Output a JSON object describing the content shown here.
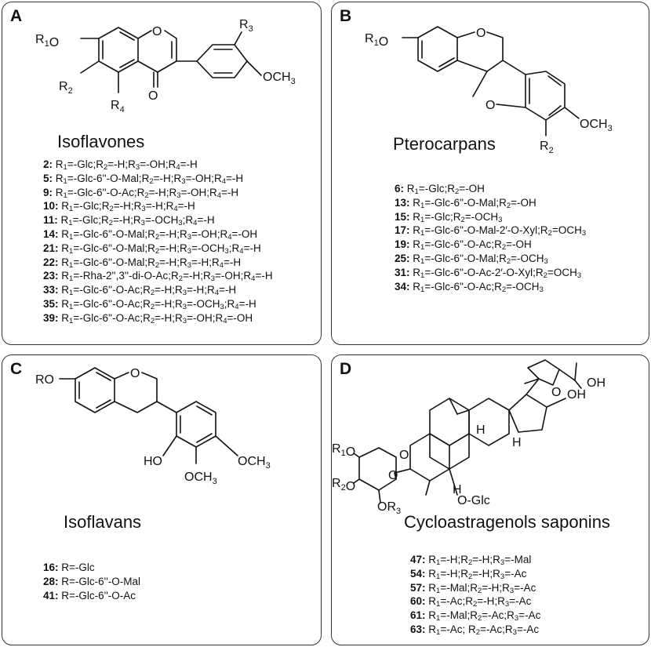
{
  "panels": {
    "A": {
      "letter": "A",
      "class_name": "Isoflavones",
      "substituents": [
        "R1O",
        "R2",
        "R4",
        "R3",
        "OCH3",
        "O",
        "O"
      ],
      "entries": [
        {
          "id": "2",
          "text": "R1=-Glc;R2=-H;R3=-OH;R4=-H"
        },
        {
          "id": "5",
          "text": "R1=-Glc-6''-O-Mal;R2=-H;R3=-OH;R4=-H"
        },
        {
          "id": "9",
          "text": "R1=-Glc-6''-O-Ac;R2=-H;R3=-OH;R4=-H"
        },
        {
          "id": "10",
          "text": "R1=-Glc;R2=-H;R3=-H;R4=-H"
        },
        {
          "id": "11",
          "text": "R1=-Glc;R2=-H;R3=-OCH3;R4=-H"
        },
        {
          "id": "14",
          "text": "R1=-Glc-6''-O-Mal;R2=-H;R3=-OH;R4=-OH"
        },
        {
          "id": "21",
          "text": "R1=-Glc-6''-O-Mal;R2=-H;R3=-OCH3;R4=-H"
        },
        {
          "id": "22",
          "text": "R1=-Glc-6''-O-Mal;R2=-H;R3=-H;R4=-H"
        },
        {
          "id": "23",
          "text": "R1=-Rha-2'',3''-di-O-Ac;R2=-H;R3=-OH;R4=-H"
        },
        {
          "id": "33",
          "text": "R1=-Glc-6''-O-Ac;R2=-H;R3=-H;R4=-H"
        },
        {
          "id": "35",
          "text": "R1=-Glc-6''-O-Ac;R2=-H;R3=-OCH3;R4=-H"
        },
        {
          "id": "39",
          "text": "R1=-Glc-6''-O-Ac;R2=-H;R3=-OH;R4=-OH"
        }
      ]
    },
    "B": {
      "letter": "B",
      "class_name": "Pterocarpans",
      "substituents": [
        "R1O",
        "O",
        "O",
        "OCH3",
        "R2"
      ],
      "entries": [
        {
          "id": "6",
          "text": "R1=-Glc;R2=-OH"
        },
        {
          "id": "13",
          "text": "R1=-Glc-6''-O-Mal;R2=-OH"
        },
        {
          "id": "15",
          "text": "R1=-Glc;R2=-OCH3"
        },
        {
          "id": "17",
          "text": "R1=-Glc-6''-O-Mal-2′-O-Xyl;R2=OCH3"
        },
        {
          "id": "19",
          "text": "R1=-Glc-6''-O-Ac;R2=-OH"
        },
        {
          "id": "25",
          "text": "R1=-Glc-6''-O-Mal;R2=-OCH3"
        },
        {
          "id": "31",
          "text": "R1=-Glc-6''-O-Ac-2′-O-Xyl;R2=OCH3"
        },
        {
          "id": "34",
          "text": "R1=-Glc-6''-O-Ac;R2=-OCH3"
        }
      ]
    },
    "C": {
      "letter": "C",
      "class_name": "Isoflavans",
      "substituents": [
        "RO",
        "O",
        "HO",
        "OCH3",
        "OCH3"
      ],
      "entries": [
        {
          "id": "16",
          "text": "R=-Glc"
        },
        {
          "id": "28",
          "text": "R=-Glc-6''-O-Mal"
        },
        {
          "id": "41",
          "text": "R=-Glc-6''-O-Ac"
        }
      ]
    },
    "D": {
      "letter": "D",
      "class_name": "Cycloastragenols saponins",
      "substituents": [
        "OH",
        "O",
        "OH",
        "H",
        "H",
        "H",
        "R1O",
        "R2O",
        "OR3",
        "O",
        "O",
        "O-Glc"
      ],
      "entries": [
        {
          "id": "47",
          "text": "R1=-H;R2=-H;R3=-Mal"
        },
        {
          "id": "54",
          "text": "R1=-H;R2=-H;R3=-Ac"
        },
        {
          "id": "57",
          "text": "R1=-Mal;R2=-H;R3=-Ac"
        },
        {
          "id": "60",
          "text": "R1=-Ac;R2=-H;R3=-Ac"
        },
        {
          "id": "61",
          "text": "R1=-Mal;R2=-Ac;R3=-Ac"
        },
        {
          "id": "63",
          "text": "R1=-Ac; R2=-Ac;R3=-Ac"
        }
      ]
    }
  }
}
